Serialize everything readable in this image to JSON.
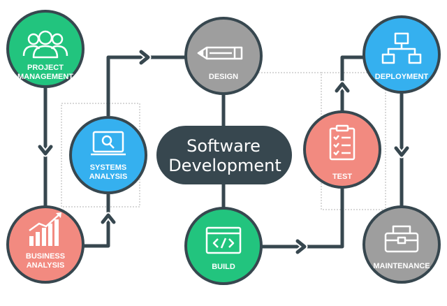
{
  "center": {
    "line1": "Software",
    "line2": "Development",
    "color": "#37474f"
  },
  "colors": {
    "connector": "#37474f",
    "dotted": "#b0b0b0",
    "ring": "#37474f",
    "green": "#22c47e",
    "blue": "#35b0ef",
    "salmon": "#f28a80",
    "gray": "#9e9e9e"
  },
  "nodes": {
    "project_management": {
      "line1": "PROJECT",
      "line2": "MANAGEMENT",
      "icon": "people-icon"
    },
    "business_analysis": {
      "line1": "BUSINESS",
      "line2": "ANALYSIS",
      "icon": "bar-chart-icon"
    },
    "systems_analysis": {
      "line1": "SYSTEMS",
      "line2": "ANALYSIS",
      "icon": "magnifier-screen-icon"
    },
    "design": {
      "line1": "DESIGN",
      "icon": "pencil-icon"
    },
    "build": {
      "line1": "BUILD",
      "icon": "code-window-icon"
    },
    "test": {
      "line1": "TEST",
      "icon": "checklist-icon"
    },
    "deployment": {
      "line1": "DEPLOYMENT",
      "icon": "network-icon"
    },
    "maintenance": {
      "line1": "MAINTENANCE",
      "icon": "toolbox-icon"
    }
  }
}
